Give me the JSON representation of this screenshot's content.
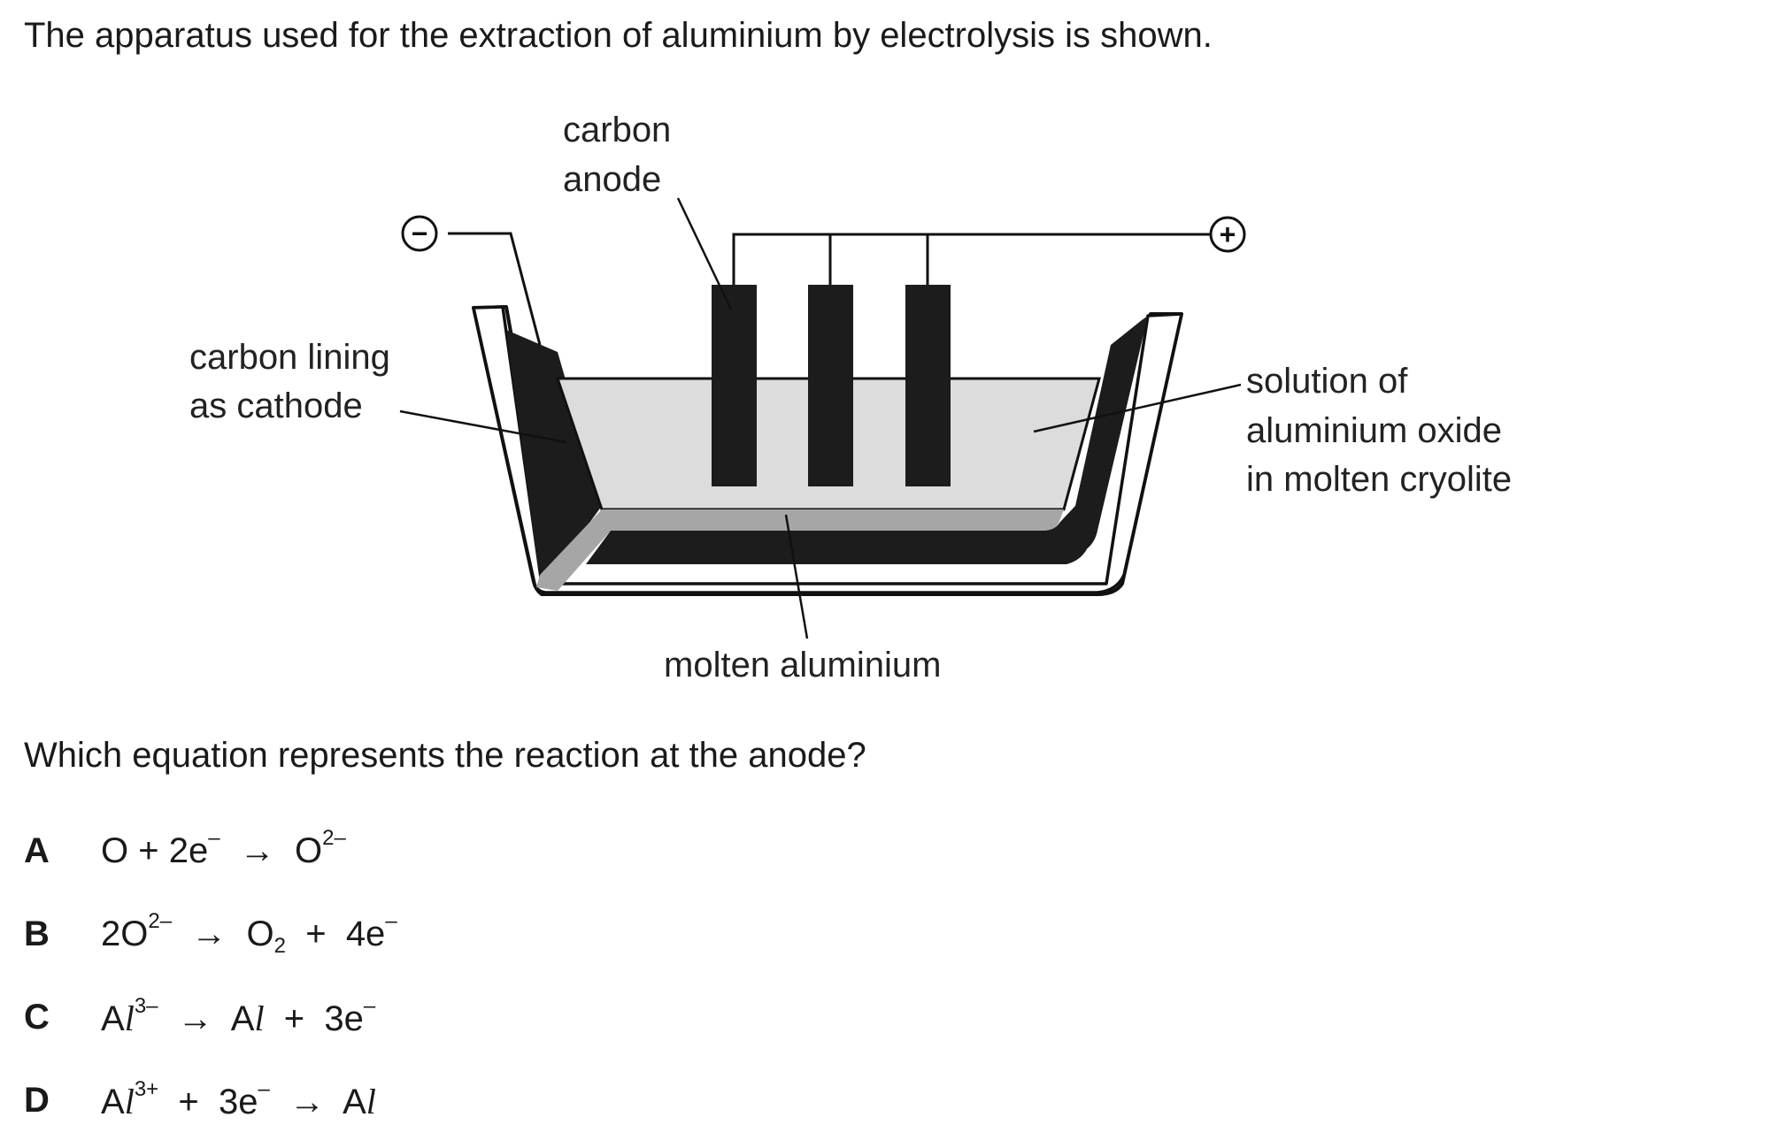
{
  "intro_text": "The apparatus used for the extraction of aluminium by electrolysis is shown.",
  "diagram": {
    "labels": {
      "carbon_anode_line1": "carbon",
      "carbon_anode_line2": "anode",
      "carbon_lining_line1": "carbon lining",
      "carbon_lining_line2": "as cathode",
      "solution_line1": "solution of",
      "solution_line2": "aluminium oxide",
      "solution_line3": "in molten cryolite",
      "molten_aluminium": "molten aluminium"
    },
    "terminals": {
      "negative": "−",
      "positive": "+"
    },
    "colors": {
      "carbon": "#1c1c1c",
      "electrolyte": "#dcdcdc",
      "molten_aluminium": "#a6a6a6",
      "container": "#ffffff"
    }
  },
  "question_text": "Which equation represents the reaction at the anode?",
  "options": [
    {
      "letter": "A",
      "parts": {
        "p1": "O  +  2e",
        "p1_sup": "–",
        "arrow": "  →  ",
        "p2": "O",
        "p2_sup": "2–"
      }
    },
    {
      "letter": "B",
      "parts": {
        "p1": "2O",
        "p1_sup": "2–",
        "arrow": "  →  ",
        "p2": "O",
        "p2_sub": "2",
        "p3": "  +  4e",
        "p3_sup": "–"
      }
    },
    {
      "letter": "C",
      "parts": {
        "p1a": "A",
        "p1b": "l",
        "p1_sup": "3–",
        "arrow": "  →  ",
        "p2a": "A",
        "p2b": "l",
        "p3": "  +  3e",
        "p3_sup": "–"
      }
    },
    {
      "letter": "D",
      "parts": {
        "p1a": "A",
        "p1b": "l",
        "p1_sup": "3+",
        "p2": "  +  3e",
        "p2_sup": "–",
        "arrow": "  →  ",
        "p3a": "A",
        "p3b": "l"
      }
    }
  ]
}
